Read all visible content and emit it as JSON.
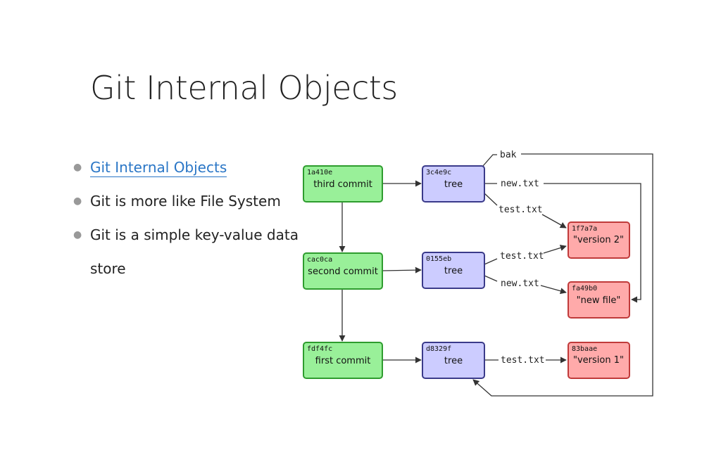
{
  "slide": {
    "title": "Git Internal Objects"
  },
  "bullets": [
    {
      "text": "Git Internal Objects",
      "link": true
    },
    {
      "text": "Git is more like File System",
      "link": false
    },
    {
      "text": "Git is a simple key-value data store",
      "link": false
    }
  ],
  "diagram": {
    "commits": [
      {
        "hash": "1a410e",
        "label": "third commit"
      },
      {
        "hash": "cac0ca",
        "label": "second commit"
      },
      {
        "hash": "fdf4fc",
        "label": "first commit"
      }
    ],
    "trees": [
      {
        "hash": "3c4e9c",
        "label": "tree"
      },
      {
        "hash": "0155eb",
        "label": "tree"
      },
      {
        "hash": "d8329f",
        "label": "tree"
      }
    ],
    "blobs": [
      {
        "hash": "1f7a7a",
        "label": "\"version 2\""
      },
      {
        "hash": "fa49b0",
        "label": "\"new file\""
      },
      {
        "hash": "83baae",
        "label": "\"version 1\""
      }
    ],
    "edge_labels": {
      "bak": "bak",
      "new_txt_top": "new.txt",
      "test_txt_top": "test.txt",
      "test_txt_mid": "test.txt",
      "new_txt_mid": "new.txt",
      "test_txt_bottom": "test.txt"
    },
    "colors": {
      "commit_fill": "#99f099",
      "commit_stroke": "#2e9c2e",
      "tree_fill": "#ccccff",
      "tree_stroke": "#3a3a8a",
      "blob_fill": "#ffaaaa",
      "blob_stroke": "#c03a3a",
      "line": "#333333"
    }
  }
}
